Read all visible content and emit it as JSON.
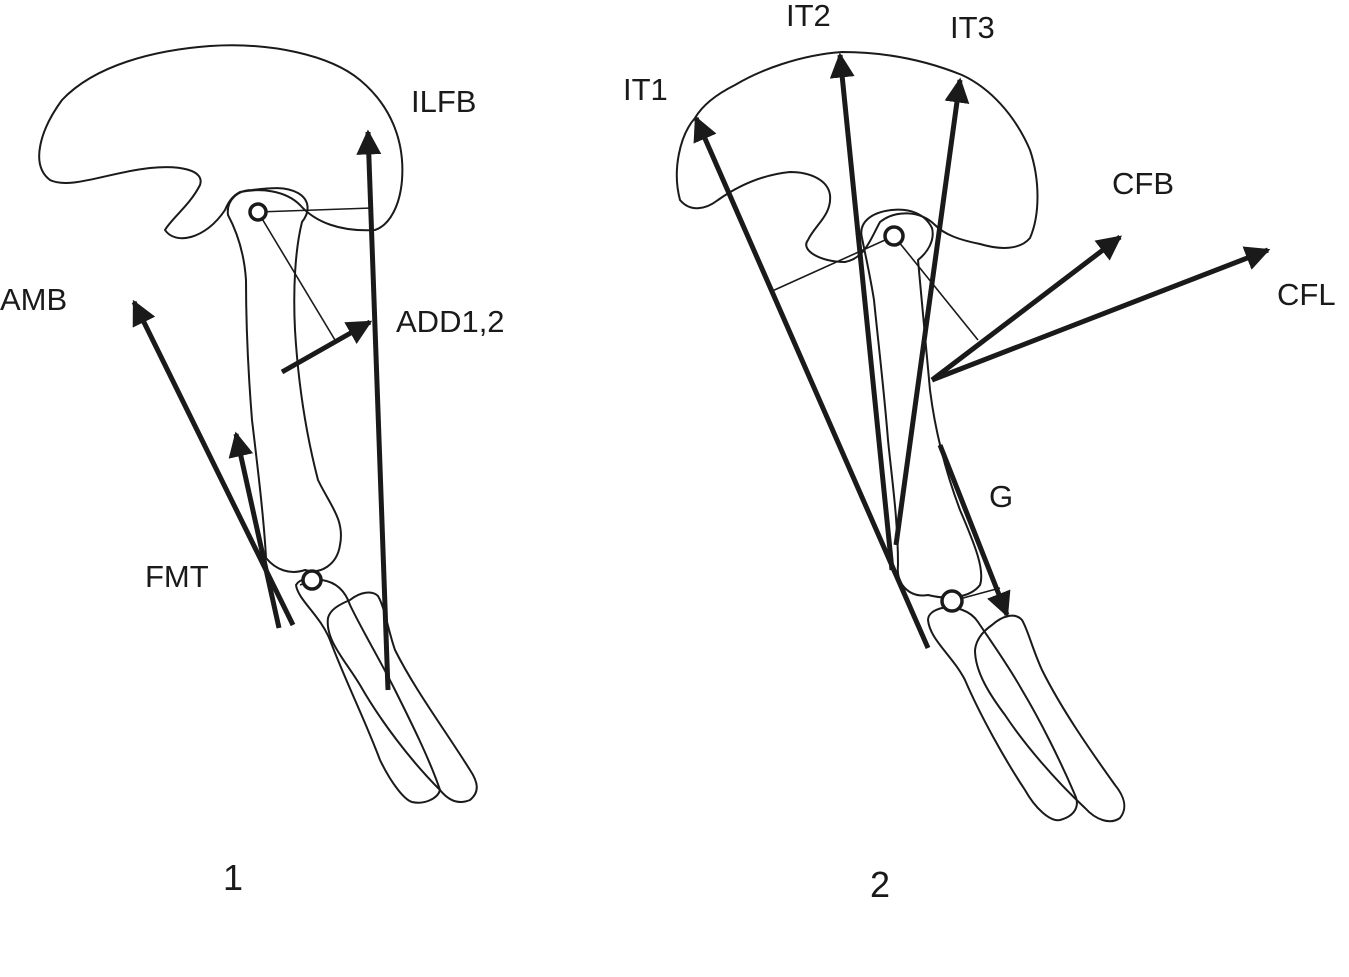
{
  "panel1": {
    "number": "1",
    "labels": {
      "ilfb": "ILFB",
      "amb": "AMB",
      "add": "ADD1,2",
      "fmt": "FMT"
    }
  },
  "panel2": {
    "number": "2",
    "labels": {
      "it1": "IT1",
      "it2": "IT2",
      "it3": "IT3",
      "cfb": "CFB",
      "cfl": "CFL",
      "g": "G"
    }
  }
}
